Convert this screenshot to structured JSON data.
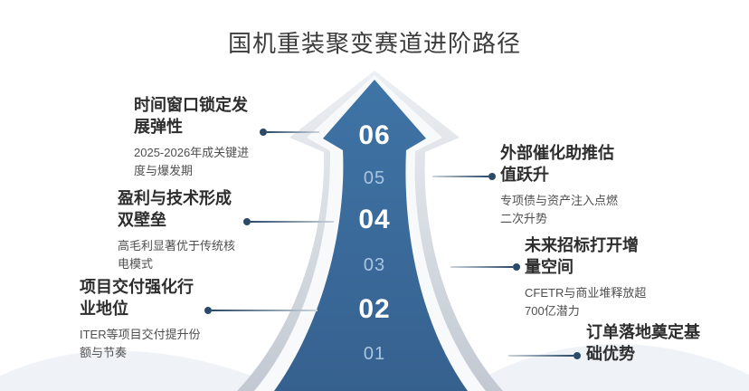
{
  "title": "国机重装聚变赛道进阶路径",
  "colors": {
    "arrow-blue-top": "#3f74a6",
    "arrow-blue-bottom": "#36618f",
    "silver-light": "#eceff3",
    "silver-dark": "#c2c9d2",
    "dot-color": "#2b4a68",
    "num-light": "#a9c6e1",
    "swoosh": "#e7edf4"
  },
  "arrow": {
    "steps": [
      {
        "label": "06"
      },
      {
        "label": "05"
      },
      {
        "label": "04"
      },
      {
        "label": "03"
      },
      {
        "label": "02"
      },
      {
        "label": "01"
      }
    ]
  },
  "blocks": {
    "left": [
      {
        "title": "时间窗口锁定发展弹性",
        "desc": "2025-2026年成关键进度与爆发期"
      },
      {
        "title": "盈利与技术形成双壁垒",
        "desc": "高毛利显著优于传统核电模式"
      },
      {
        "title": "项目交付强化行业地位",
        "desc": "ITER等项目交付提升份额与节奏"
      }
    ],
    "right": [
      {
        "title": "外部催化助推估值跃升",
        "desc": "专项债与资产注入点燃二次升势"
      },
      {
        "title": "未来招标打开增量空间",
        "desc": "CFETR与商业堆释放超700亿潜力"
      },
      {
        "title": "订单落地奠定基础优势",
        "desc": ""
      }
    ]
  }
}
